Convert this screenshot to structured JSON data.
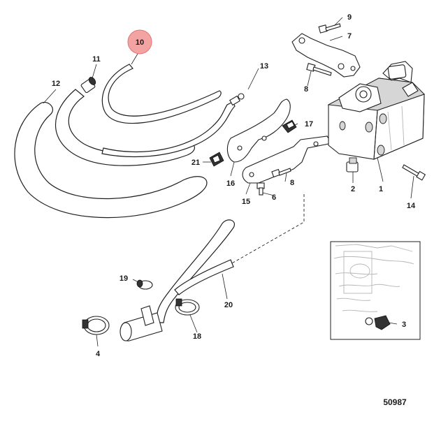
{
  "callouts": {
    "c1": "1",
    "c2": "2",
    "c3": "3",
    "c4": "4",
    "c6": "6",
    "c7": "7",
    "c8a": "8",
    "c8b": "8",
    "c9": "9",
    "c10": "10",
    "c11": "11",
    "c12": "12",
    "c13": "13",
    "c14": "14",
    "c15": "15",
    "c16": "16",
    "c17": "17",
    "c18": "18",
    "c19": "19",
    "c20": "20",
    "c21": "21"
  },
  "highlight_color": "#f4a3a3",
  "drawing_number": "50987"
}
